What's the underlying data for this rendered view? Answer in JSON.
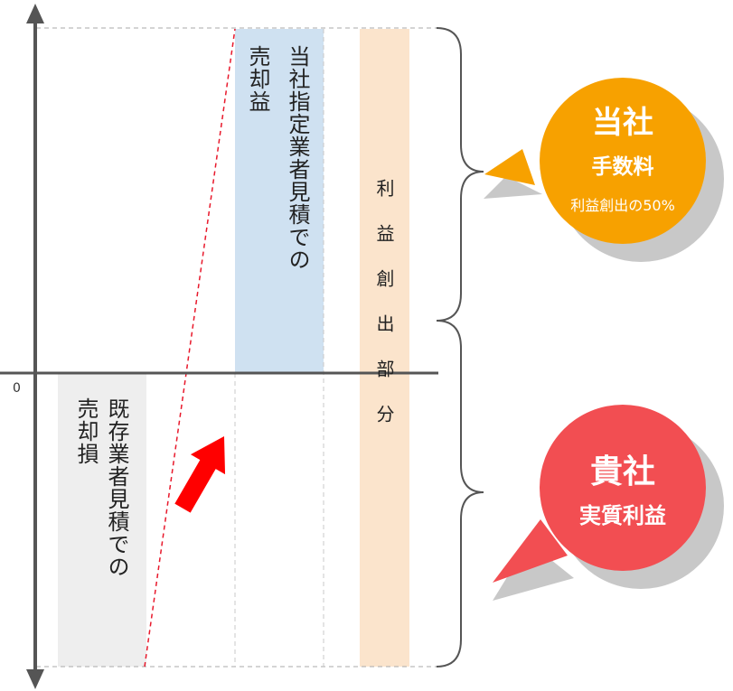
{
  "axis": {
    "zero_label": "0"
  },
  "bars": {
    "existing_loss": "既存業者見積での\n売却損",
    "designated_gain": "当社指定業者見積での\n売却益",
    "profit_creation": "利益創出部分"
  },
  "bubble_company": {
    "title": "当社",
    "subtitle": "手数料",
    "note": "利益創出の50%",
    "color": "#f7a100",
    "shadow": "#c8c8c8"
  },
  "bubble_client": {
    "title": "貴社",
    "subtitle": "実質利益",
    "color": "#f24e52",
    "shadow": "#c8c8c8"
  },
  "colors": {
    "loss_bar": "#eeeeee",
    "gain_bar": "#cfe1f1",
    "profit_bar": "#fbe4cc",
    "axis": "#555555",
    "trend_line": "#e8192c",
    "arrow": "#ff0000"
  }
}
